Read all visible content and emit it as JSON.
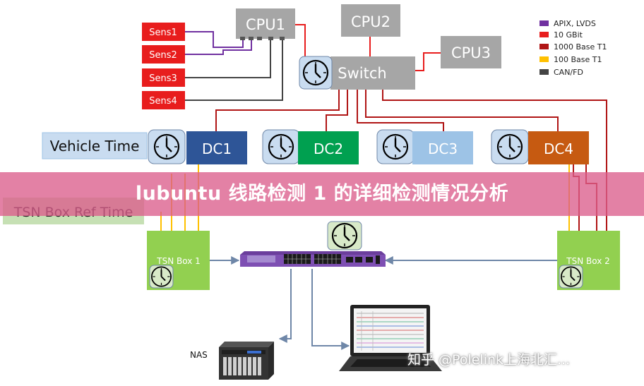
{
  "nodes": {
    "cpu1": "CPU1",
    "cpu2": "CPU2",
    "cpu3": "CPU3",
    "switch": "Switch",
    "sens1": "Sens1",
    "sens2": "Sens2",
    "sens3": "Sens3",
    "sens4": "Sens4",
    "dc1": "DC1",
    "dc2": "DC2",
    "dc3": "DC3",
    "dc4": "DC4",
    "vehicle_time": "Vehicle Time",
    "tsn_ref": "TSN Box Ref Time",
    "tsn_box1": "TSN Box 1",
    "tsn_box2": "TSN Box 2",
    "nas": "NAS"
  },
  "legend": [
    {
      "label": "APIX, LVDS",
      "color": "#7030a0"
    },
    {
      "label": "10 GBit",
      "color": "#e81d1d"
    },
    {
      "label": "1000 Base T1",
      "color": "#b01515"
    },
    {
      "label": "100 Base T1",
      "color": "#ffc000"
    },
    {
      "label": "CAN/FD",
      "color": "#444444"
    }
  ],
  "colors": {
    "gray_node": "#a6a6a6",
    "sens": "#e81d1d",
    "dc1": "#2e5597",
    "dc2": "#00a050",
    "dc3": "#9dc3e6",
    "dc4": "#c65a11",
    "time_box": "#c9dcf0",
    "tsn_box": "#92d050",
    "tsn_ref": "#c6e0b4",
    "link_gray": "#6f87a8",
    "clock_bg": "#c9dcf0",
    "clock_bg_green": "#d8e9c8"
  },
  "banner": {
    "text": "lubuntu 线路检测 1 的详细检测情况分析",
    "color": "#db5e8c"
  },
  "watermark": "知乎 @Polelink上海北汇..."
}
